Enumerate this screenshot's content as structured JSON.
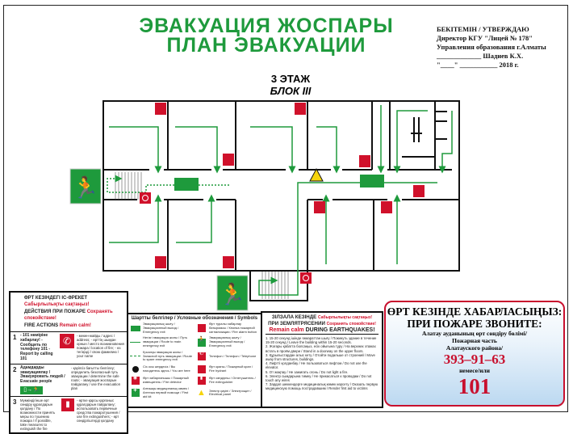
{
  "header": {
    "title_kz": "ЭВАКУАЦИЯ ЖОСПАРЫ",
    "title_ru": "ПЛАН ЭВАКУАЦИИ"
  },
  "approval": {
    "line1": "БЕКІТЕМІН / УТВЕРЖДАЮ",
    "line2": "Директор КГУ \"Лицей № 178\"",
    "line3": "Управления образования г.Алматы",
    "line4": "_____________ Шадиев К.Х.",
    "line5": "\"____\" ___________ 2018 г."
  },
  "floor": {
    "level": "3 ЭТАЖ",
    "block": "БЛОК III"
  },
  "actions": {
    "h1": "ӨРТ КЕЗІНДЕГІ ІС-ӘРЕКЕТ",
    "h1r": "Сабырлылықты сақтаңыз!",
    "h2": "ДЕЙСТВИЯ ПРИ ПОЖАРЕ",
    "h2r": "Сохранять спокойствие!",
    "h3": "FIRE ACTIONS",
    "h3r": "Remain calm!",
    "s1_num": "1",
    "s1_text": "- 101 нөміріне хабарлау! - Сообщить по телефону 101 - Report by calling 101",
    "s1_notes": "- мекен-жайды / адрес / address; - өрттің шыққан орнын / место возникновения пожара / location of fire; - өз тегіңізді / свою фамилию / your name",
    "s2_num": "2",
    "s2_text": "Адамдарды эвакуациялау / Эвакуировать людей / Evacuate people",
    "s2_notes": "- қауіпсіз бағытты белгілеу; определить безопасный путь эвакуации / determine the safe route; - эвакуация жоспарын пайдалану / use the evacuation plan",
    "s3_num": "3",
    "s3_text": "Мүмкіндігінше өрт сөндіру құралдарын қолдану / По возможности принять меры по тушению пожара / If possible, take measures to extinguish the fire",
    "s3_notes": "- өртке қарсы қорғаныс құралдарын пайдалану; использовать первичные средства пожаротушения / use fire extinguishers; - өрт сөндіргіштерді қолдану"
  },
  "legend": {
    "title": "Шартты белгілер / Условные обозначения / Symbols",
    "items": [
      "Эвакуациялық шығу / Эвакуационный выход / Emergency exit",
      "Өрт туралы хабарлау батырмасы / Кнопка пожарной сигнализации / Fire alarm button",
      "Негізгі эвакуация жолы / Путь эвакуации / Route to main emergency exit",
      "Эвакуациялық шығу / Эвакуационный выход / Emergency exit",
      "Қосалқы эвакуация жолы / Запасной путь эвакуации / Route to spare emergency exit",
      "Телефон / Телефон / Telephone",
      "Сіз осы жердесіз / Вы находитесь здесь / You are here",
      "Өрт краны / Пожарный кран / Fire hydrant",
      "Өрт хабарлағышы / Пожарный извещатель / Fire detector",
      "Өрт сөндіргіш / Огнетушитель / Fire extinguisher",
      "Алғашқы медициналық көмек / Аптечка первой помощи / First aid kit",
      "Электр қауіпі / Электрощит / Electrical panel"
    ]
  },
  "quake": {
    "h1": "ЗІЛЗАЛА КЕЗІНДЕ",
    "h1r": "Сабырлылықты сақтаңыз!",
    "h2": "ПРИ ЗЕМЛЯТРЯСЕНИИ",
    "h2r": "Сохранять спокойствие!",
    "h3r": "Remain calm",
    "h3": "DURING EARTHQUAKES!",
    "steps": [
      "1. 15-20 секунд ішінде ғимараттан шығу / Покинуть здание в течение 15-20 секунд / Leave the building within 15-20 seconds.",
      "2. Жоғары қабатта болсаңыз, есік ойығына тұру / На верхних этажах встать в проём двери / Stand in a doorway on the upper floors.",
      "3. Құрылыстардан алыс кету / Отойти подальше от строений / Move away from structures, buildings.",
      "4. Лифтті қолданбау / Не пользоваться лифтом / Do not use the elevator.",
      "5. От жақпау / Не зажигать огонь / Do not light a fire.",
      "6. Электр сымдарына тимеу / Не прикасаться к проводам / Do not touch any wires",
      "7. Зардап шеккендерге медициналық көмек көрсету / Оказать первую медицинскую помощь пострадавшим / Render first aid to victims"
    ]
  },
  "phone": {
    "l1": "ӨРТ КЕЗІНДЕ ХАБАРЛАСЫҢЫЗ:",
    "l2": "ПРИ ПОЖАРЕ ЗВОНИТЕ:",
    "l3": "Алатау ауданының өрт сөндіру бөлімі/",
    "l4": "Пожарная часть",
    "l5": "Алатауского района/",
    "number": "393–91–63",
    "or": "немесе/или",
    "emergency": "101"
  },
  "colors": {
    "green": "#1e9a3c",
    "red": "#d0112b"
  }
}
